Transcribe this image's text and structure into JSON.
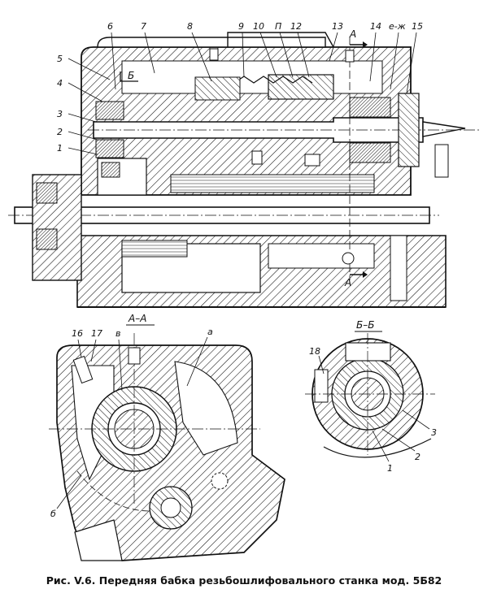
{
  "caption": "Рис. V.6. Передняя бабка резьбошлифовального станка мод. 5Б82",
  "callouts": {
    "n1": "1",
    "n2": "2",
    "n3": "3",
    "n4": "4",
    "n5": "5",
    "n6": "6",
    "n7": "7",
    "n8": "8",
    "n9": "9",
    "n10": "10",
    "n11": "П",
    "n12": "12",
    "n13": "13",
    "n14": "14",
    "n_ezh": "е-ж",
    "n15": "15",
    "n16": "16",
    "n17": "17",
    "n_v": "в",
    "n_a": "а",
    "n_b": "б",
    "n18": "18",
    "s1": "1",
    "s2": "2",
    "s3": "3"
  },
  "section_marks": {
    "A_top": "А",
    "A_bottom": "А",
    "B_mark": "Б",
    "AA_title": "А–А",
    "BB_title": "Б–Б"
  },
  "colors": {
    "ink": "#111111",
    "paper": "#ffffff",
    "oil": "#6a6a6a"
  }
}
